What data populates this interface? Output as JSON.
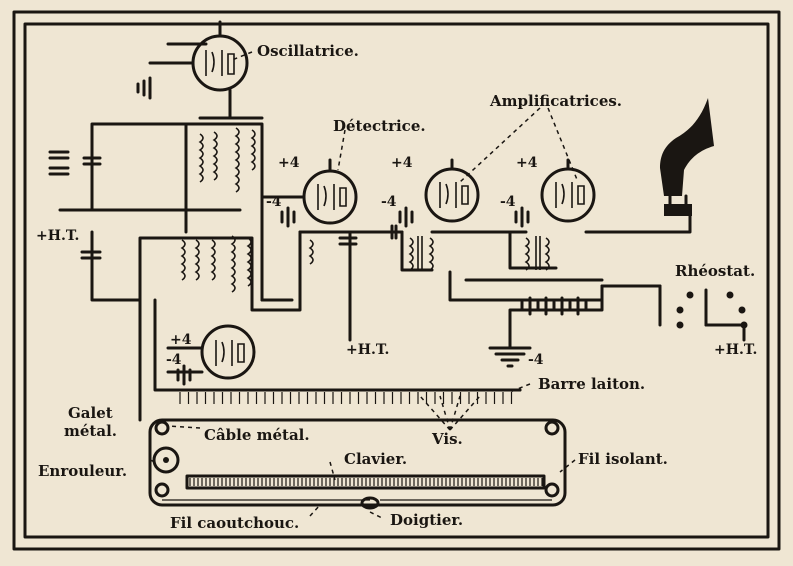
{
  "labels": {
    "oscillatrice": "Oscillatrice.",
    "detectrice": "Détectrice.",
    "amplificatrices": "Amplificatrices.",
    "rheostat": "Rhéostat.",
    "plus4_det": "+4",
    "minus4_det": "-4",
    "plus4_amp1": "+4",
    "minus4_amp1": "-4",
    "plus4_amp2": "+4",
    "minus4_amp2": "-4",
    "plus4_low": "+4",
    "minus4_low": "-4",
    "ht_left": "+H.T.",
    "ht_mid": "+H.T.",
    "ht_right": "+H.T.",
    "minus4_ground": "-4",
    "barre_laiton": "Barre laiton.",
    "galet": "Galet",
    "metal": "métal.",
    "cable_metal": "Câble métal.",
    "vis": "Vis.",
    "enrouleur": "Enrouleur.",
    "clavier": "Clavier.",
    "fil_isolant": "Fil isolant.",
    "fil_caoutchouc": "Fil caoutchouc.",
    "doigtier": "Doigtier."
  },
  "colors": {
    "paper": "#efe6d3",
    "ink": "#1a1612"
  }
}
